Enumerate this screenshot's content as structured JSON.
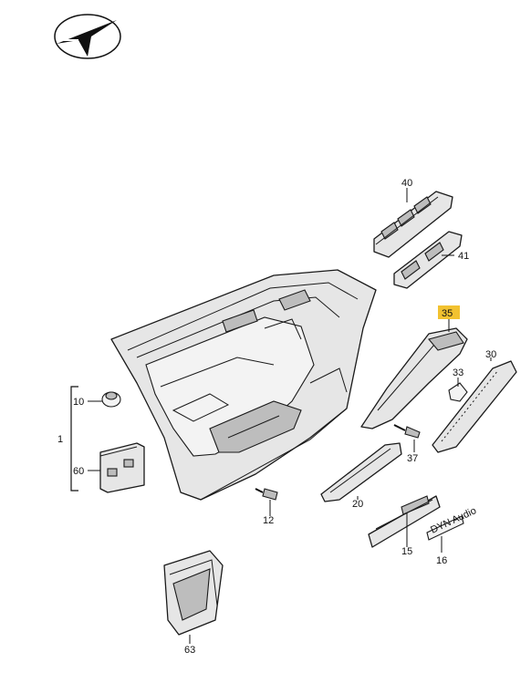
{
  "logo_icon": "checkmark-plane-logo",
  "highlight_color": "#f2c230",
  "parts": {
    "p1": "1",
    "p10": "10",
    "p12": "12",
    "p15": "15",
    "p16": "16",
    "p20": "20",
    "p30": "30",
    "p33": "33",
    "p35": "35",
    "p37": "37",
    "p40": "40",
    "p41": "41",
    "p60": "60",
    "p63": "63"
  },
  "badge_text": "DYN Audio"
}
